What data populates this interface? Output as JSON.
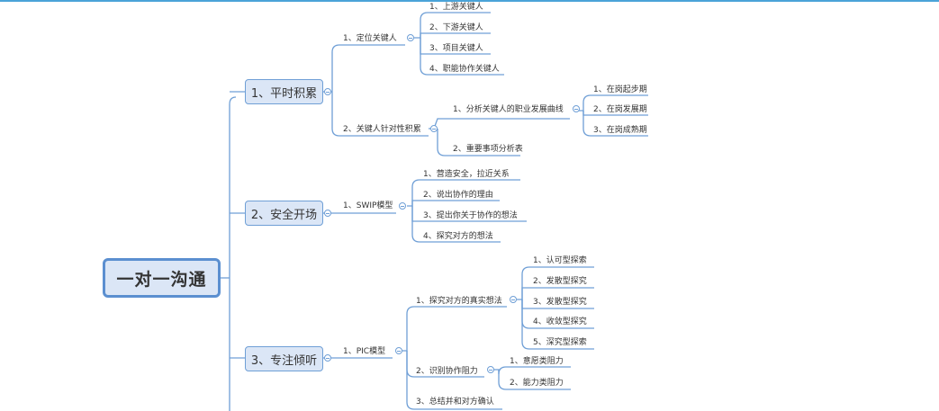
{
  "root": {
    "label": "一对一沟通"
  },
  "branches": {
    "b1": {
      "label": "1、平时积累",
      "c1": {
        "label": "1、定位关键人",
        "items": [
          "1、上游关键人",
          "2、下游关键人",
          "3、项目关键人",
          "4、职能协作关键人"
        ]
      },
      "c2": {
        "label": "2、关键人针对性积累",
        "d1": {
          "label": "1、分析关键人的职业发展曲线",
          "items": [
            "1、在岗起步期",
            "2、在岗发展期",
            "3、在岗成熟期"
          ]
        },
        "d2": {
          "label": "2、重要事项分析表"
        }
      }
    },
    "b2": {
      "label": "2、安全开场",
      "c1": {
        "label": "1、SWIP模型",
        "items": [
          "1、营造安全，拉近关系",
          "2、说出协作的理由",
          "3、提出你关于协作的想法",
          "4、探究对方的想法"
        ]
      }
    },
    "b3": {
      "label": "3、专注倾听",
      "c1": {
        "label": "1、PIC模型",
        "d1": {
          "label": "1、探究对方的真实想法",
          "items": [
            "1、认可型探索",
            "2、发散型探究",
            "3、发散型探究",
            "4、收敛型探究",
            "5、深究型探索"
          ]
        },
        "d2": {
          "label": "2、识别协作阻力",
          "items": [
            "1、意愿类阻力",
            "2、能力类阻力"
          ]
        },
        "d3": {
          "label": "3、总结并和对方确认"
        }
      }
    }
  }
}
